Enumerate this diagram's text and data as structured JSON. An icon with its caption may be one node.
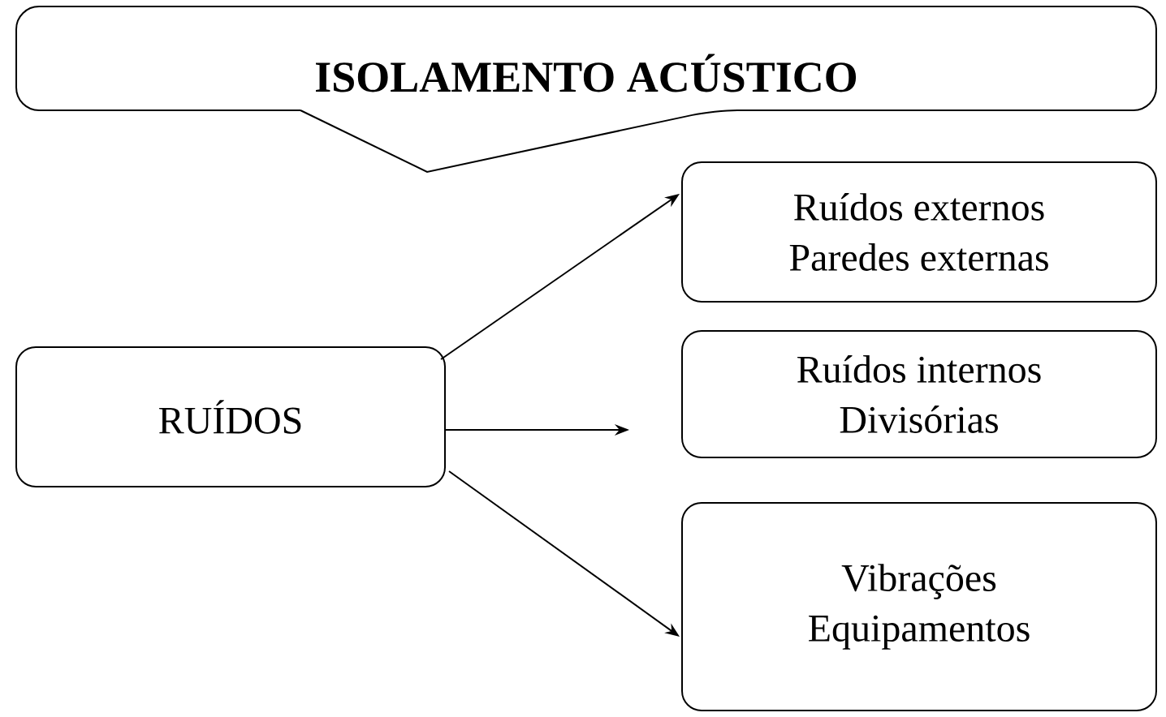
{
  "diagram": {
    "nodes": [
      {
        "text": [
          "ISOLAMENTO ACÚSTICO"
        ]
      },
      {
        "text": [
          "RUÍDOS"
        ]
      },
      {
        "text": [
          "Ruídos externos",
          "Paredes externas"
        ]
      },
      {
        "text": [
          "Ruídos internos",
          "Divisórias"
        ]
      },
      {
        "text": [
          "Vibrações",
          "Equipamentos"
        ]
      }
    ],
    "edges": [
      {
        "from": 1,
        "to": 2,
        "arrow": "to"
      },
      {
        "from": 1,
        "to": 3,
        "arrow": "to"
      },
      {
        "from": 1,
        "to": 4,
        "arrow": "to"
      }
    ]
  }
}
